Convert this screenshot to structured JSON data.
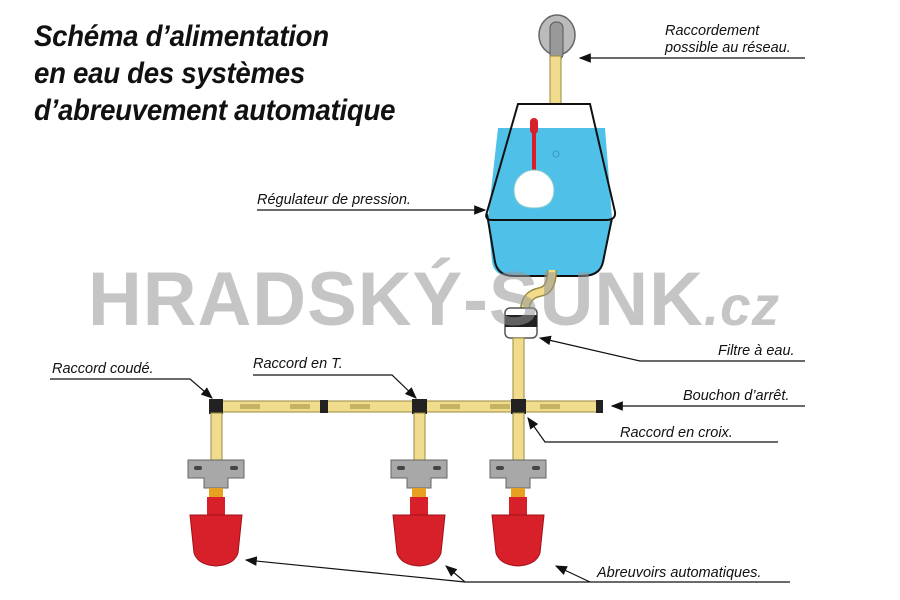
{
  "title": {
    "line1": "Schéma d’alimentation",
    "line2": "en eau des systèmes",
    "line3": "d’abreuvement automatique"
  },
  "labels": {
    "raccordement_1": "Raccordement",
    "raccordement_2": "possible au réseau.",
    "regulateur": "Régulateur de pression.",
    "filtre": "Filtre à eau.",
    "raccord_coude": "Raccord coudé.",
    "raccord_t": "Raccord en T.",
    "bouchon": "Bouchon d’arrêt.",
    "raccord_croix": "Raccord en croix.",
    "abreuvoirs": "Abreuvoirs automatiques."
  },
  "watermark": {
    "main": "HRADSKÝ-SUNK",
    "suffix": ".cz"
  },
  "colors": {
    "water": "#4fc0e8",
    "pipe": "#f0dc8c",
    "cup": "#d8202a",
    "bracket": "#a8a8a8"
  }
}
